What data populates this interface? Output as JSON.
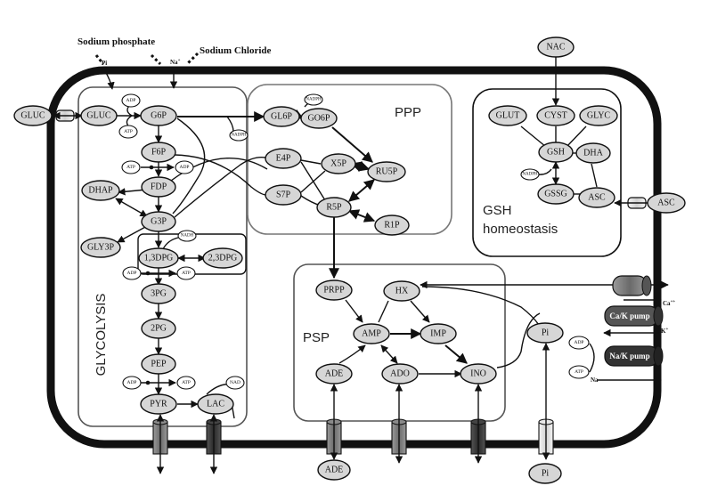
{
  "top_labels": {
    "sodium_phosphate": "Sodium phosphate",
    "sodium_chloride": "Sodium Chloride",
    "pi": "Pi",
    "na_plus": "Na",
    "na_plus_sup": "+"
  },
  "regions": {
    "glycolysis": "GLYCOLYSIS",
    "ppp": "PPP",
    "gsh_line1": "GSH",
    "gsh_line2": "homeostasis",
    "psp": "PSP"
  },
  "glycolysis": {
    "gluc_out": "GLUC",
    "gluc_in": "GLUC",
    "g6p": "G6P",
    "f6p": "F6P",
    "fdp": "FDP",
    "dhap": "DHAP",
    "g3p": "G3P",
    "gly3p": "GLY3P",
    "dpg13": "1,3DPG",
    "dpg23": "2,3DPG",
    "pg3": "3PG",
    "pg2": "2PG",
    "pep": "PEP",
    "pyr": "PYR",
    "lac": "LAC"
  },
  "cofactors": {
    "adp1": "ADP",
    "atp1": "ATP",
    "atp2": "ATP",
    "adp2": "ADP",
    "adp3": "ADP",
    "atp3": "ATP",
    "adp4": "ADP",
    "atp4": "ATP",
    "nad": "NAD",
    "nadh": "NADH",
    "nadph_g6p": "NADPH",
    "nadph_gl6p": "NADPH",
    "nadph_gsh": "NADPH"
  },
  "ppp": {
    "gl6p": "GL6P",
    "go6p": "GO6P",
    "e4p": "E4P",
    "x5p": "X5P",
    "ru5p": "RU5P",
    "s7p": "S7P",
    "r5p": "R5P",
    "r1p": "R1P"
  },
  "gsh": {
    "nac": "NAC",
    "glut": "GLUT",
    "cyst": "CYST",
    "glyc": "GLYC",
    "gsh": "GSH",
    "dha": "DHA",
    "gssg": "GSSG",
    "asc_in": "ASC",
    "asc_out": "ASC"
  },
  "psp": {
    "prpp": "PRPP",
    "hx": "HX",
    "amp": "AMP",
    "imp": "IMP",
    "ade": "ADE",
    "ado": "ADO",
    "ino": "INO",
    "pi_in": "Pi",
    "ade_out": "ADE",
    "pi_out": "Pi"
  },
  "pumps": {
    "ca_k": "Ca/K pump",
    "na_k": "Na/K pump",
    "ca_ion": "Ca",
    "ca_sup": "++",
    "k_ion": "K",
    "k_sup": "+",
    "na_ion": "Na",
    "adp": "ADP",
    "atp": "ATP"
  }
}
